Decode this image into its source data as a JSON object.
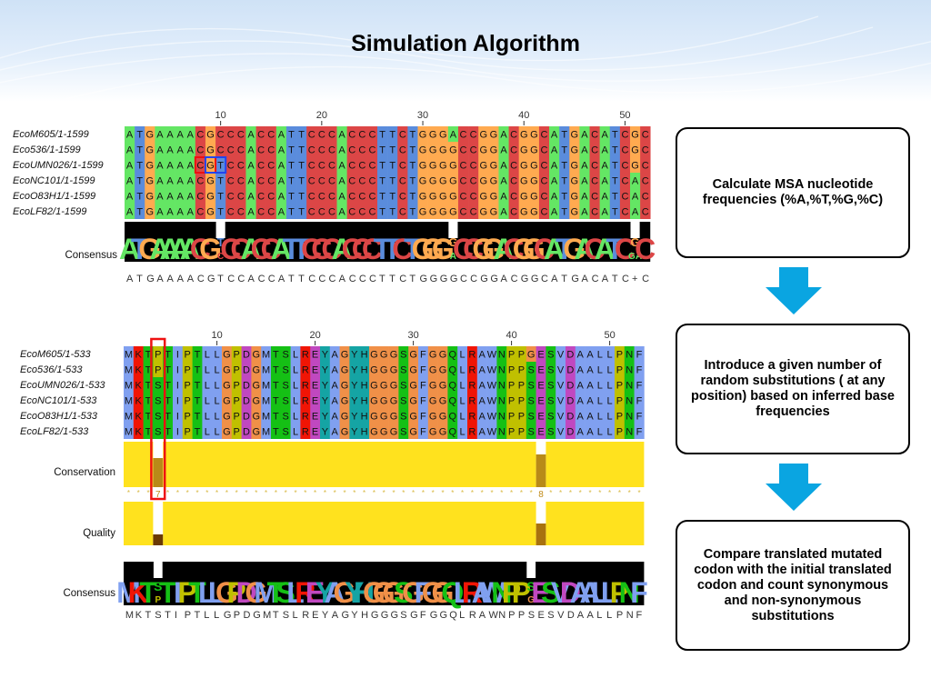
{
  "slide": {
    "title": "Simulation Algorithm"
  },
  "dna_panel": {
    "ruler": [
      "10",
      "20",
      "30",
      "40",
      "50"
    ],
    "sequences": [
      {
        "name": "EcoM605/1-1599",
        "seq": "ATGAAAACGCCCACCATTCCCACCCTTCTGGGACCGGACGGCATGACATCGC"
      },
      {
        "name": "Eco536/1-1599",
        "seq": "ATGAAAACGCCCACCATTCCCACCCTTCTGGGGCCGGACGGCATGACATCGC"
      },
      {
        "name": "EcoUMN026/1-1599",
        "seq": "ATGAAAACGTCCACCATTCCCACCCTTCTGGGGCCGGACGGCATGACATCGC"
      },
      {
        "name": "EcoNC101/1-1599",
        "seq": "ATGAAAACGTCCACCATTCCCACCCTTCTGGGGCCGGACGGCATGACATCAC"
      },
      {
        "name": "EcoO83H1/1-1599",
        "seq": "ATGAAAACGTCCACCATTCCCACCCTTCTGGGGCCGGACGGCATGACATCAC"
      },
      {
        "name": "EcoLF82/1-1599",
        "seq": "ATGAAAACGTCCACCATTCCCACCCTTCTGGGGCCGGACGGCATGACATCAC"
      }
    ],
    "consensus_label": "Consensus",
    "consensus_seq": "ATGAAAACGTCCACCATTCCCACCCTTCTGGGGCCGGACGGCATGACATC+C",
    "variant_letters": [
      {
        "col": 9,
        "text": "C"
      },
      {
        "col": 32,
        "text": "A"
      },
      {
        "col": 50,
        "text": "GA"
      }
    ]
  },
  "protein_panel": {
    "ruler": [
      "10",
      "20",
      "30",
      "40",
      "50"
    ],
    "sequences": [
      {
        "name": "EcoM605/1-533",
        "seq": "MKTPTIPTLLGPDGMTSLREYAGYHGGGSGFGGQLRAWNPPGESVDAALLPNF"
      },
      {
        "name": "Eco536/1-533",
        "seq": "MKTPTIPTLLGPDGMTSLREYAGYHGGGSGFGGQLRAWNPPSESVDAALLPNF"
      },
      {
        "name": "EcoUMN026/1-533",
        "seq": "MKTSTIPTLLGPDGMTSLREYAGYHGGGSGFGGQLRAWNPPSESVDAALLPNF"
      },
      {
        "name": "EcoNC101/1-533",
        "seq": "MKTSTIPTLLGPDGMTSLREYAGYHGGGSGFGGQLRAWNPPSESVDAALLPNF"
      },
      {
        "name": "EcoO83H1/1-533",
        "seq": "MKTSTIPTLLGPDGMTSLREYAGYHGGGSGFGGQLRAWNPPSESVDAALLPNF"
      },
      {
        "name": "EcoLF82/1-533",
        "seq": "MKTSTIPTLLGPDGMTSLREYAGYHGGGSGFGGQLRAWNPPSESVDAALLPNF"
      }
    ],
    "conservation_label": "Conservation",
    "conservation_scores": [
      "7",
      "8"
    ],
    "quality_label": "Quality",
    "consensus_label": "Consensus",
    "consensus_seq": "MKTSTIPTLLGPDGMTSLREYAGYHGGGSGFGGQLRAWNPPSESVDAALLPNF",
    "variant_letters": [
      {
        "col": 3,
        "text": "P"
      },
      {
        "col": 41,
        "text": "G"
      }
    ]
  },
  "steps": [
    {
      "text": "Calculate MSA nucleotide frequencies (%A,%T,%G,%C)"
    },
    {
      "text": "Introduce a given number of random substitutions ( at any position) based on inferred base frequencies"
    },
    {
      "text": "Compare translated mutated codon with the initial translated codon and count synonymous and non-synonymous substitutions"
    }
  ],
  "colors": {
    "A": "#64e664",
    "T": "#5a8cdc",
    "G": "#ffaa50",
    "C": "#dc4646",
    "arrow": "#0aa5e1",
    "quality": "#ffe21e",
    "header": "#dbeaf8"
  }
}
